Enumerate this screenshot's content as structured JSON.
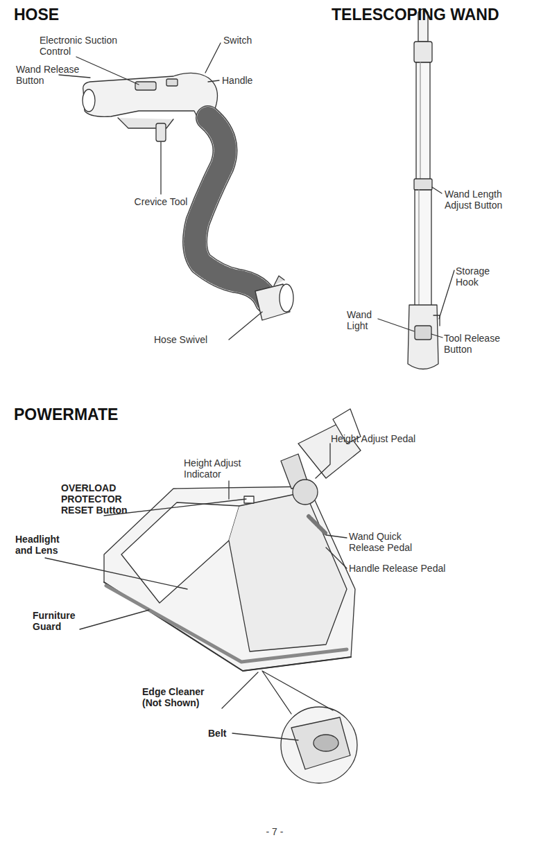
{
  "diagram": {
    "labels": [
      "HOSE",
      "TELESCOPING WAND",
      "Electronic Suction Control",
      "Switch",
      "Wand Release Button",
      "Handle",
      "Crevice Tool",
      "Hose Swivel",
      "Wand Length Adjust Button",
      "Storage Hook",
      "Wand Light",
      "Tool Release Button",
      "POWERMATE",
      "Height Adjust Pedal",
      "Height Adjust Indicator",
      "OVERLOAD PROTECTOR RESET Button",
      "Headlight and Lens",
      "Wand Quick Release Pedal",
      "Handle Release Pedal",
      "Furniture Guard",
      "Edge Cleaner (Not Shown)",
      "Belt",
      "- 7 -"
    ]
  }
}
